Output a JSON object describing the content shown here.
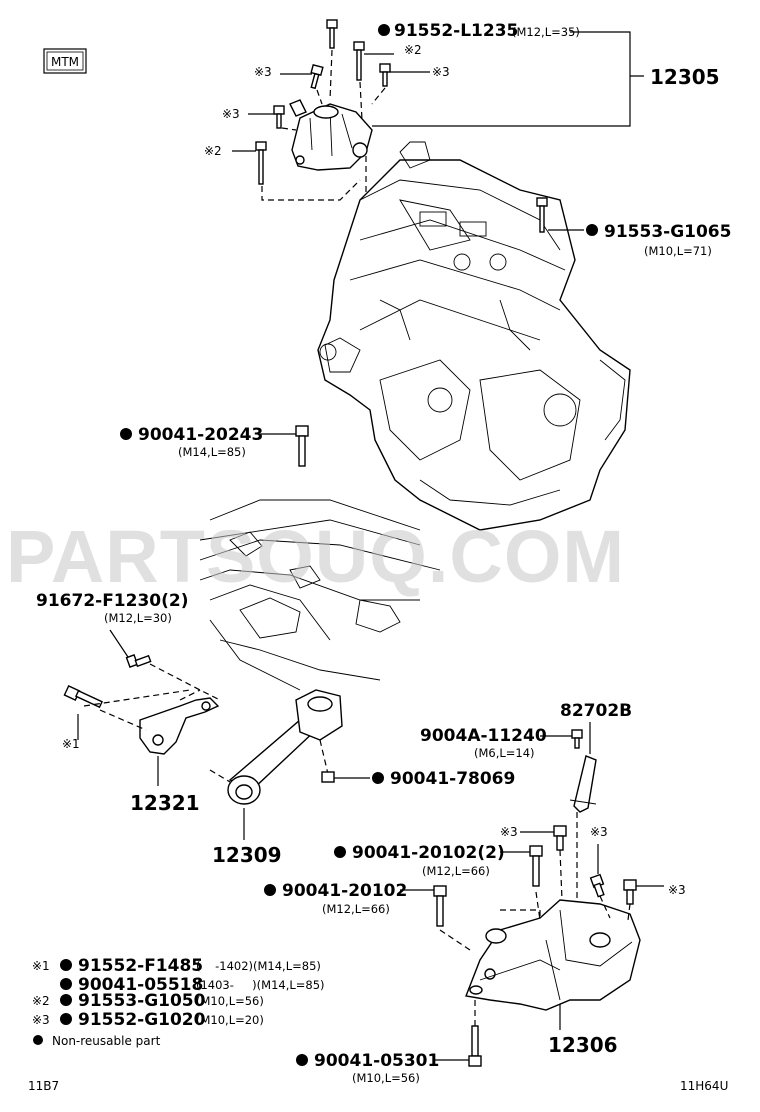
{
  "badge": "MTM",
  "group_12305": {
    "pn": "91552-L1235",
    "spec": "(M12,L=35)",
    "assembly": "12305",
    "mark2": "※2",
    "mark3a": "※3",
    "mark3b": "※3",
    "mark3c": "※3",
    "mark2b": "※2"
  },
  "bolt_91553": {
    "pn": "91553-G1065",
    "spec": "(M10,L=71)"
  },
  "bolt_20243": {
    "pn": "90041-20243",
    "spec": "(M14,L=85)"
  },
  "bolt_91672": {
    "pn": "91672-F1230(2)",
    "spec": "(M12,L=30)"
  },
  "mark1": "※1",
  "part_12321": "12321",
  "part_12309": "12309",
  "nut_78069": {
    "pn": "90041-78069"
  },
  "clip": {
    "pn": "82702B",
    "bolt_pn": "9004A-11240",
    "bolt_spec": "(M6,L=14)"
  },
  "bolt_20102_2": {
    "pn": "90041-20102(2)",
    "spec": "(M12,L=66)"
  },
  "bolt_20102": {
    "pn": "90041-20102",
    "spec": "(M12,L=66)"
  },
  "right_marks": {
    "m3a": "※3",
    "m3b": "※3",
    "m3c": "※3"
  },
  "part_12306": "12306",
  "bolt_05301": {
    "pn": "90041-05301",
    "spec": "(M10,L=56)"
  },
  "legend": {
    "r1_mark": "※1",
    "r1_pn": "91552-F1485",
    "r1_spec": "(    -1402)(M14,L=85)",
    "r2_pn": "90041-05518",
    "r2_spec": "(1403-     )(M14,L=85)",
    "r3_mark": "※2",
    "r3_pn": "91553-G1050",
    "r3_spec": "(M10,L=56)",
    "r4_mark": "※3",
    "r4_pn": "91552-G1020",
    "r4_spec": "(M10,L=20)",
    "note": "Non-reusable part"
  },
  "footer": {
    "left": "11B7",
    "right": "11H64U"
  },
  "watermark": "PARTSOUQ.COM"
}
